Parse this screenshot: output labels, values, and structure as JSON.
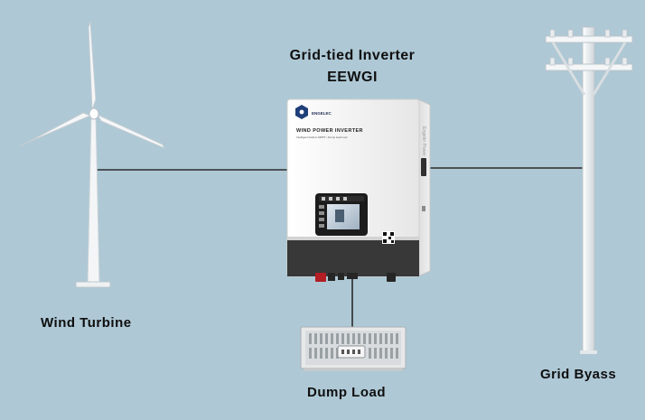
{
  "inverter": {
    "title_line1": "Grid-tied Inverter",
    "title_line2": "EEWGI",
    "brand": "ENGELEC",
    "product_name": "WIND POWER INVERTER",
    "subtitle": "Intelligent build-in MPPT • Dump load mod",
    "side_text": "Engeler Power"
  },
  "labels": {
    "wind_turbine": "Wind Turbine",
    "dump_load": "Dump Load",
    "grid": "Grid Byass"
  },
  "colors": {
    "background": "#aec8d5",
    "wire": "#2b2b2b",
    "inverter_body": "#f4f4f4",
    "inverter_base": "#3a3a3a",
    "turbine": "#f2f4f5",
    "pole": "#f0f2f3"
  }
}
